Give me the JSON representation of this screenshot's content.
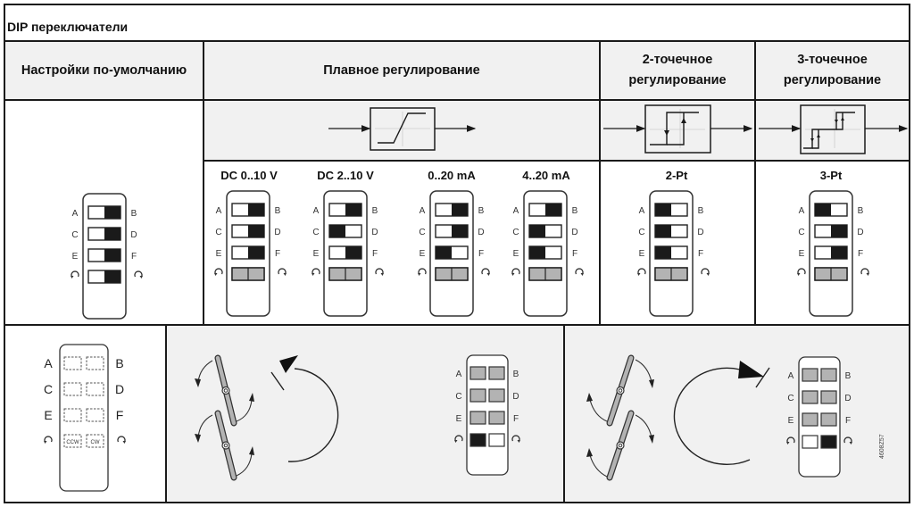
{
  "title": "DIP переключатели",
  "headers": {
    "default_settings": "Настройки по-умолчанию",
    "continuous": "Плавное регулирование",
    "two_point_line1": "2-точечное",
    "two_point_line2": "регулирование",
    "three_point_line1": "3-точечное",
    "three_point_line2": "регулирование"
  },
  "switch_labels": {
    "left": [
      "A",
      "C",
      "E",
      "rotate-ccw-icon"
    ],
    "right": [
      "B",
      "D",
      "F",
      "rotate-cw-icon"
    ]
  },
  "default_switch": {
    "rows": [
      "right",
      "right",
      "right",
      "right"
    ]
  },
  "modes": [
    {
      "label": "DC 0..10 V",
      "rows": [
        "right",
        "right",
        "right",
        "neutral"
      ]
    },
    {
      "label": "DC 2..10 V",
      "rows": [
        "right",
        "left",
        "right",
        "neutral"
      ]
    },
    {
      "label": "0..20 mA",
      "rows": [
        "right",
        "right",
        "left",
        "neutral"
      ]
    },
    {
      "label": "4..20 mA",
      "rows": [
        "right",
        "left",
        "left",
        "neutral"
      ]
    },
    {
      "label": "2-Pt",
      "rows": [
        "left",
        "left",
        "left",
        "neutral"
      ]
    },
    {
      "label": "3-Pt",
      "rows": [
        "left",
        "right",
        "right",
        "neutral"
      ]
    }
  ],
  "bottom": {
    "blank_switch_labels": {
      "ccw": "CCW",
      "cw": "CW"
    },
    "ccw_panel": {
      "direction": "counter-clockwise",
      "rotation_row": [
        "black",
        "white"
      ]
    },
    "cw_panel": {
      "direction": "clockwise",
      "rotation_row": [
        "white",
        "black"
      ]
    },
    "figure_id": "4608Z57"
  },
  "colors": {
    "border": "#1a1a1a",
    "cell_gray": "#f1f1f1",
    "switch_black": "#1a1a1a",
    "switch_gray": "#b3b3b3"
  }
}
